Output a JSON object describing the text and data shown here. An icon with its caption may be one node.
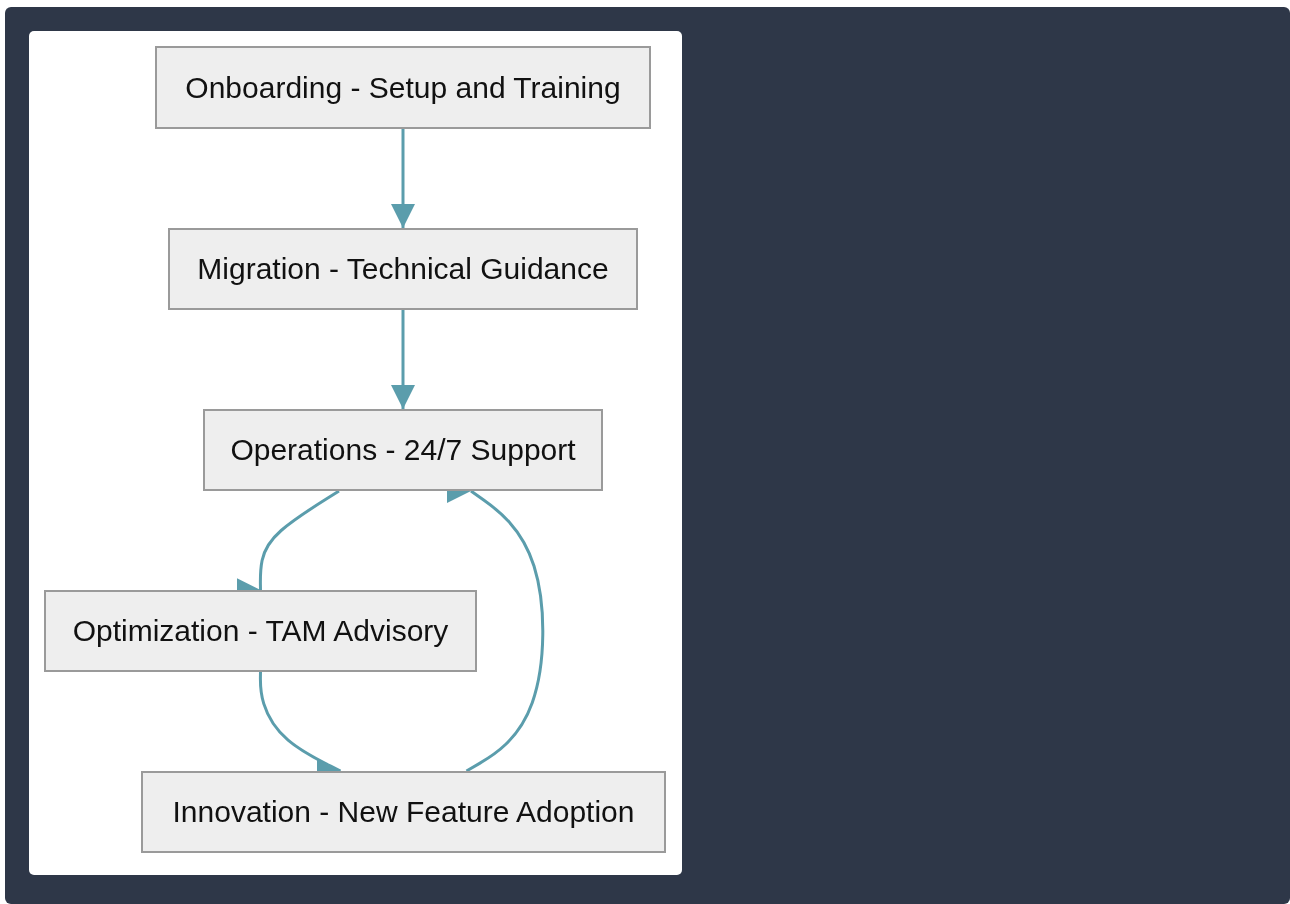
{
  "diagram": {
    "nodes": [
      {
        "text": [
          "Onboarding - Setup and Training"
        ]
      },
      {
        "text": [
          "Migration - Technical Guidance"
        ]
      },
      {
        "text": [
          "Operations - 24/7 Support"
        ]
      },
      {
        "text": [
          "Optimization - TAM Advisory"
        ]
      },
      {
        "text": [
          "Innovation - New Feature Adoption"
        ]
      }
    ],
    "edges": [
      {
        "from": 0,
        "to": 1,
        "arrow": "to"
      },
      {
        "from": 1,
        "to": 2,
        "arrow": "to"
      },
      {
        "from": 2,
        "to": 3,
        "arrow": "to"
      },
      {
        "from": 3,
        "to": 4,
        "arrow": "to"
      },
      {
        "from": 4,
        "to": 2,
        "arrow": "to"
      }
    ]
  }
}
